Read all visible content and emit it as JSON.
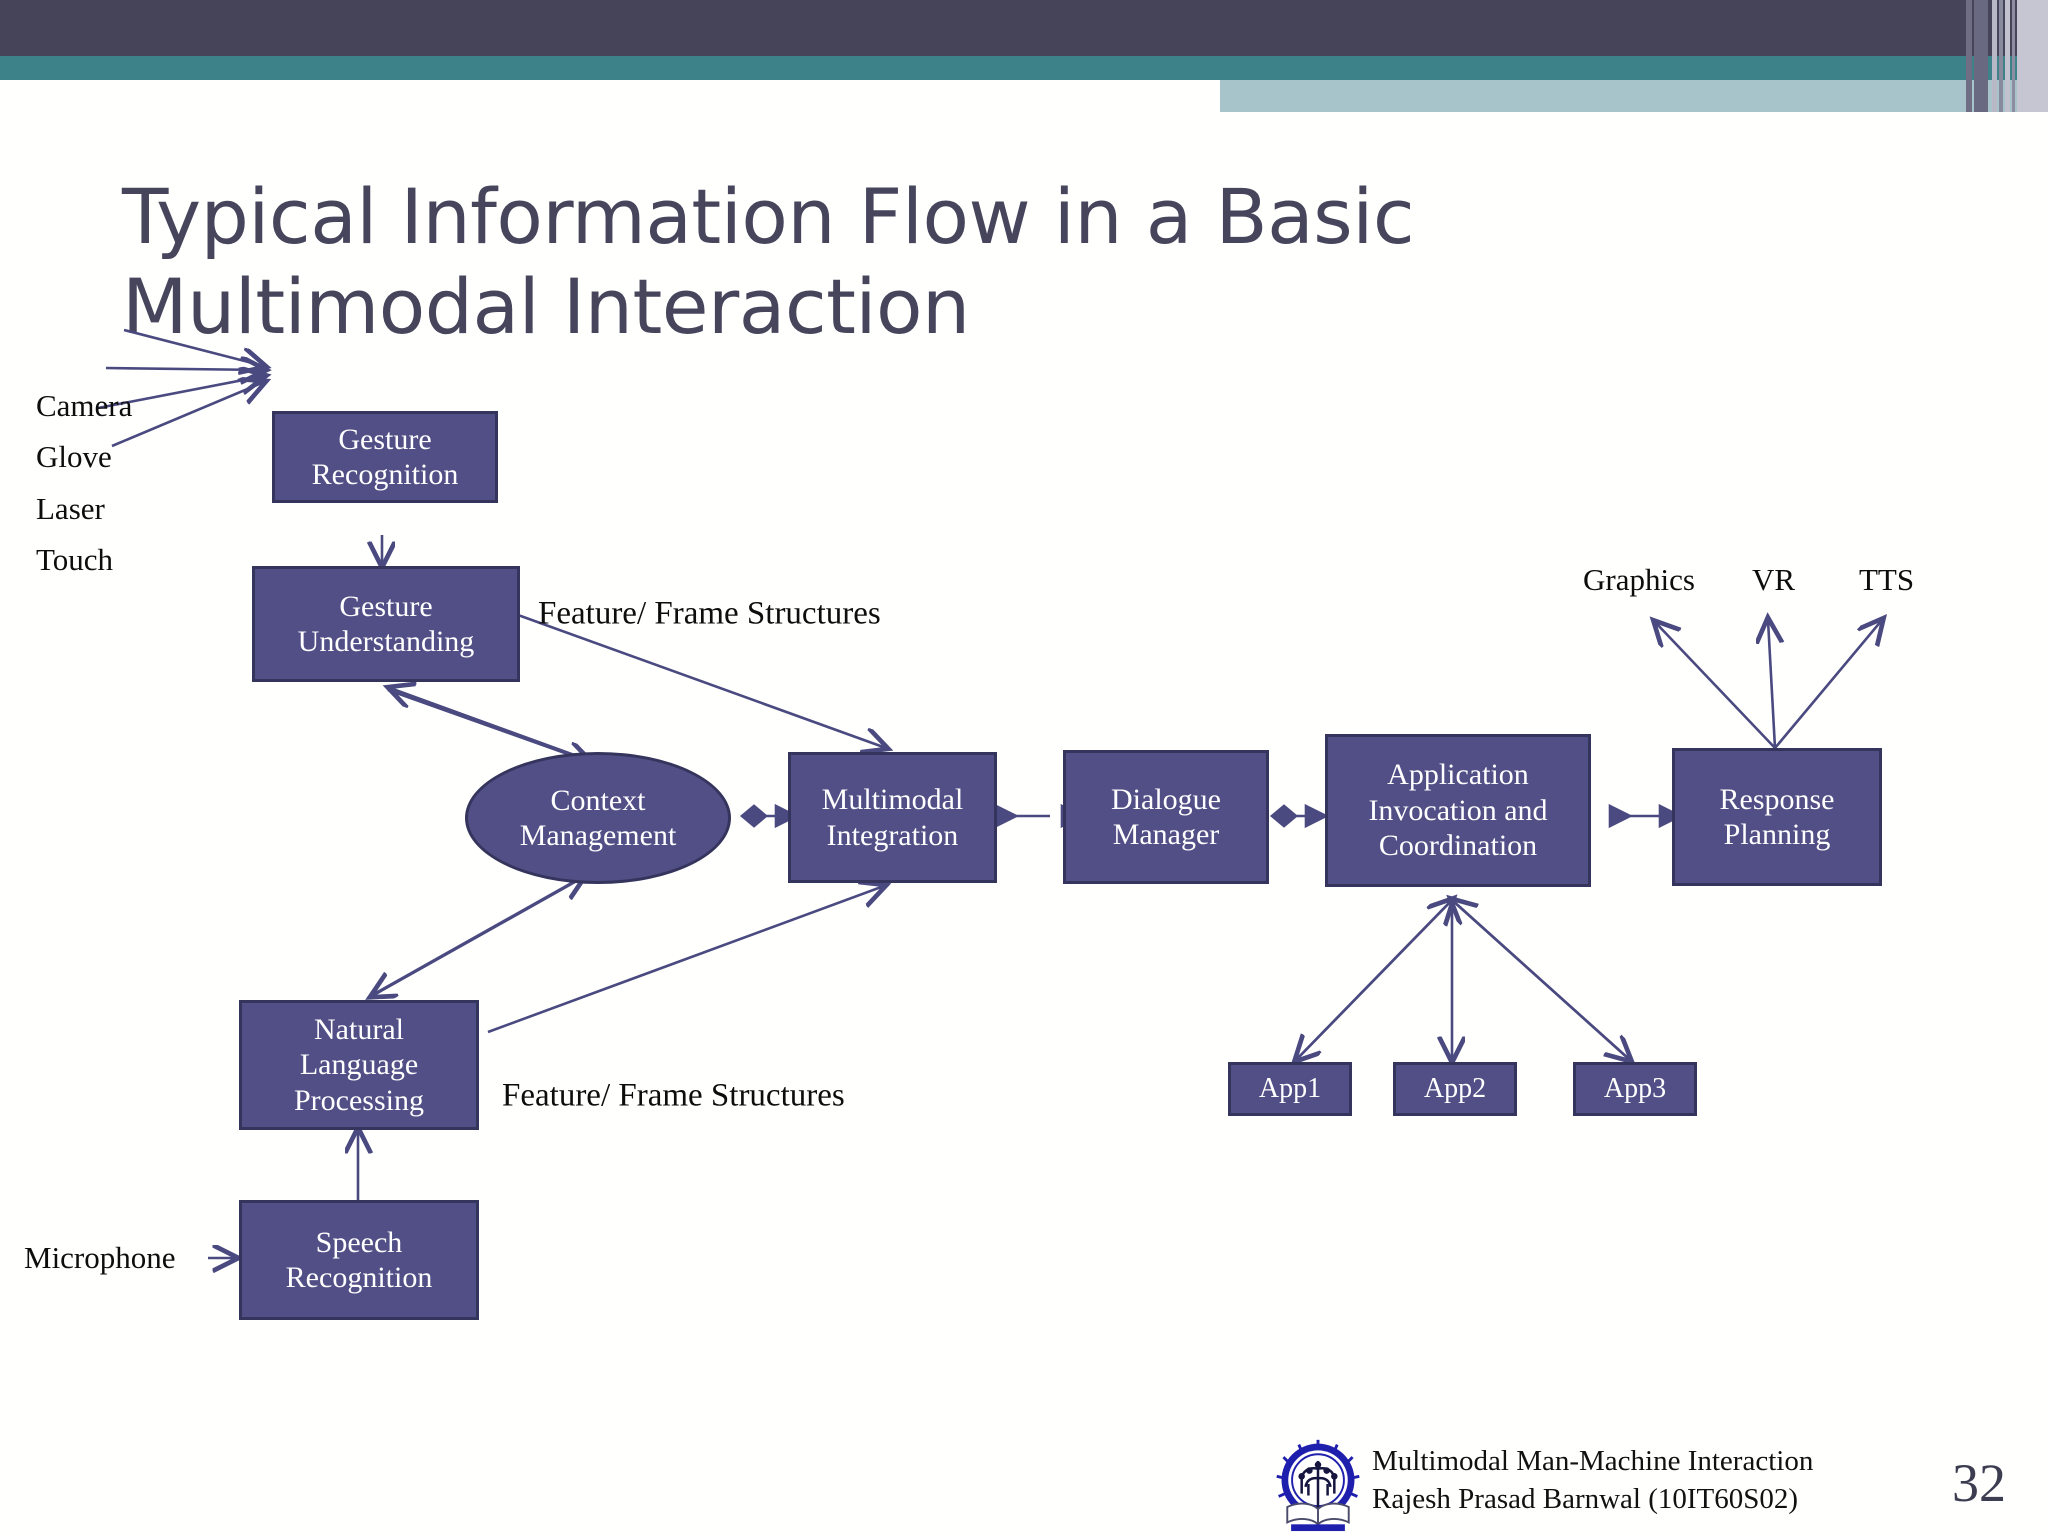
{
  "slide": {
    "title": "Typical Information Flow in  a Basic\nMultimodal Interaction",
    "page_number": "32",
    "theme": {
      "band_dark": "#454459",
      "band_teal": "#3e8289",
      "band_light": "#a7c4cb",
      "node_fill": "#514f86",
      "node_border": "#35345c",
      "title_color": "#46455c",
      "connector_color": "#4a4a80"
    }
  },
  "inputs": {
    "gesture_sources": [
      "Camera",
      "Glove",
      "Laser",
      "Touch"
    ],
    "speech_source": "Microphone"
  },
  "outputs": {
    "modalities": [
      "Graphics",
      "VR",
      "TTS"
    ]
  },
  "nodes": {
    "gesture_recognition": "Gesture\nRecognition",
    "gesture_understanding": "Gesture\nUnderstanding",
    "context_management": "Context\nManagement",
    "multimodal_integration": "Multimodal\nIntegration",
    "dialogue_manager": "Dialogue\nManager",
    "application_invocation": "Application\nInvocation and\nCoordination",
    "response_planning": "Response\nPlanning",
    "natural_language_processing": "Natural\nLanguage\nProcessing",
    "speech_recognition": "Speech\nRecognition",
    "app1": "App1",
    "app2": "App2",
    "app3": "App3"
  },
  "edge_labels": {
    "gesture_features": "Feature/ Frame Structures",
    "speech_features": "Feature/ Frame Structures"
  },
  "footer": {
    "line1": "Multimodal Man-Machine Interaction",
    "line2": "Rajesh Prasad Barnwal (10IT60S02)",
    "logo_name": "iit-kharagpur-logo"
  }
}
